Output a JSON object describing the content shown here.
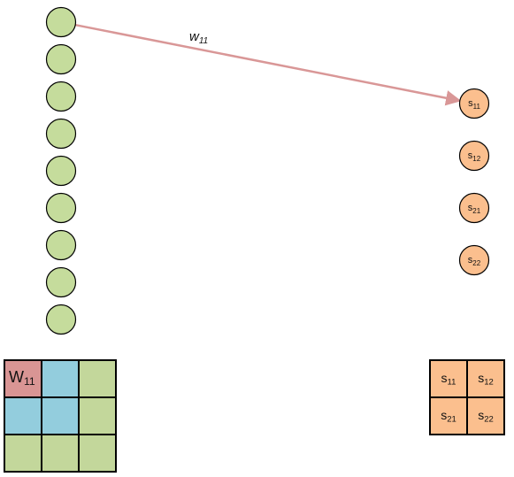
{
  "colors": {
    "input_node": "#c5dc9c",
    "output_node": "#fbbf8e",
    "edge": "#d99797",
    "grid_highlight": "#d99594",
    "grid_blue": "#93cddd",
    "grid_green": "#c3d79b",
    "stroke": "#000000"
  },
  "input_layer": {
    "node_count": 9
  },
  "edge": {
    "from": 0,
    "to": 0,
    "label_base": "w",
    "label_sub": "11"
  },
  "output_layer": {
    "nodes": [
      {
        "base": "s",
        "sub": "11"
      },
      {
        "base": "s",
        "sub": "12"
      },
      {
        "base": "s",
        "sub": "21"
      },
      {
        "base": "s",
        "sub": "22"
      }
    ]
  },
  "weight_grid": {
    "cells": [
      {
        "color": "grid_highlight",
        "base": "W",
        "sub": "11"
      },
      {
        "color": "grid_blue",
        "base": "",
        "sub": ""
      },
      {
        "color": "grid_green",
        "base": "",
        "sub": ""
      },
      {
        "color": "grid_blue",
        "base": "",
        "sub": ""
      },
      {
        "color": "grid_blue",
        "base": "",
        "sub": ""
      },
      {
        "color": "grid_green",
        "base": "",
        "sub": ""
      },
      {
        "color": "grid_green",
        "base": "",
        "sub": ""
      },
      {
        "color": "grid_green",
        "base": "",
        "sub": ""
      },
      {
        "color": "grid_green",
        "base": "",
        "sub": ""
      }
    ]
  },
  "output_grid": {
    "cells": [
      {
        "base": "s",
        "sub": "11"
      },
      {
        "base": "s",
        "sub": "12"
      },
      {
        "base": "s",
        "sub": "21"
      },
      {
        "base": "s",
        "sub": "22"
      }
    ]
  }
}
